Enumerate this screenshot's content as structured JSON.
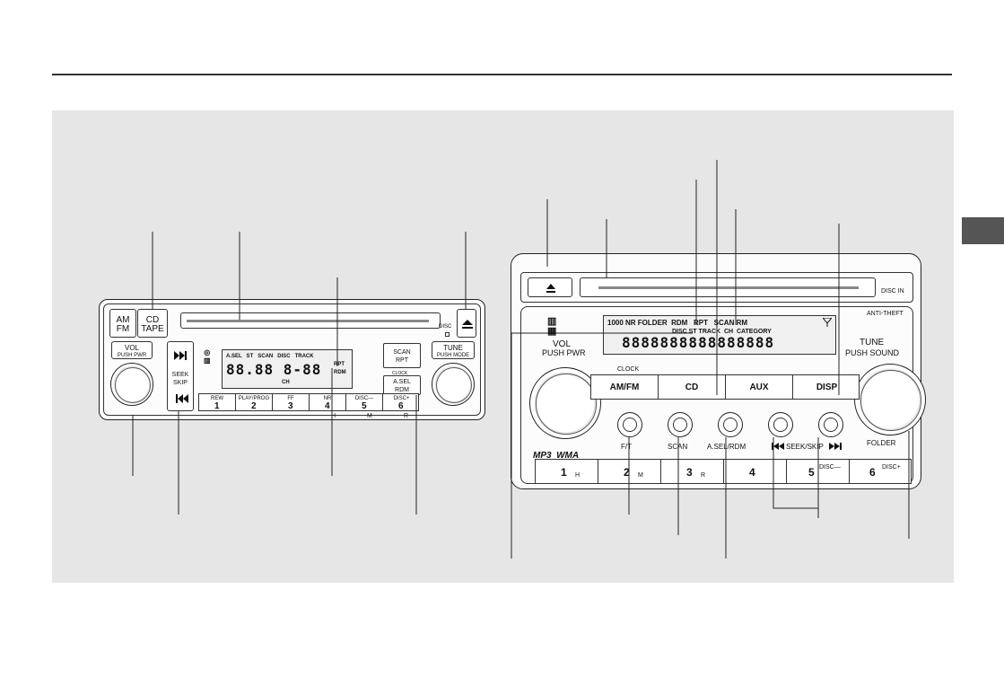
{
  "left_unit": {
    "vol_label_top": "VOL",
    "vol_label_bottom": "PUSH PWR",
    "amfm": "AM\nFM",
    "cd_tape": "CD\nTAPE",
    "disc_small": "DISC",
    "seek_skip": "SEEK\nSKIP",
    "display_row1": "A.SEL   ST   SCAN   DISC   TRACK",
    "display_digits": "88.88 8-88",
    "display_ch": "CH",
    "display_side": [
      "RPT",
      "RDM"
    ],
    "scan_rpt": "SCAN\nRPT",
    "clock": "CLOCK",
    "asel_rdm": "A.SEL\nRDM",
    "tune_top": "TUNE",
    "tune_bottom": "PUSH MODE",
    "presets": [
      {
        "label": "REW",
        "num": "1",
        "sub": ""
      },
      {
        "label": "PLAY/PROG",
        "num": "2",
        "sub": ""
      },
      {
        "label": "FF",
        "num": "3",
        "sub": ""
      },
      {
        "label": "NR",
        "num": "4",
        "sub": "H"
      },
      {
        "label": "DISC—",
        "num": "5",
        "sub": "M"
      },
      {
        "label": "DISC+",
        "num": "6",
        "sub": "R"
      }
    ]
  },
  "right_unit": {
    "disc_in": "DISC IN",
    "anti_theft": "ANTI-THEFT",
    "vol_top": "VOL",
    "vol_bottom": "PUSH PWR",
    "tune_top": "TUNE",
    "tune_bottom": "PUSH SOUND",
    "display_top": "1000 NR FOLDER  RDM   RPT   SCAN RM",
    "display_mid": "DISC ST TRACK  CH  CATEGORY",
    "display_digits": "8888888888888888",
    "clock": "CLOCK",
    "mode_buttons": [
      "AM/FM",
      "CD",
      "AUX",
      "DISP"
    ],
    "small_buttons": [
      "F/T",
      "SCAN",
      "A.SEL/RDM",
      "",
      ""
    ],
    "seek_skip_label": "SEEK/SKIP",
    "brand": "MP3  WMA",
    "folder": "FOLDER",
    "presets": [
      {
        "num": "1",
        "sub": "H"
      },
      {
        "num": "2",
        "sub": "M"
      },
      {
        "num": "3",
        "sub": "R"
      },
      {
        "num": "4",
        "sub": ""
      },
      {
        "num": "5",
        "sub": "DISC—"
      },
      {
        "num": "6",
        "sub": "DISC+"
      }
    ]
  },
  "icons": [
    "eject-icon",
    "skip-forward-icon",
    "skip-back-icon",
    "disc-logo-icon",
    "antenna-icon"
  ]
}
